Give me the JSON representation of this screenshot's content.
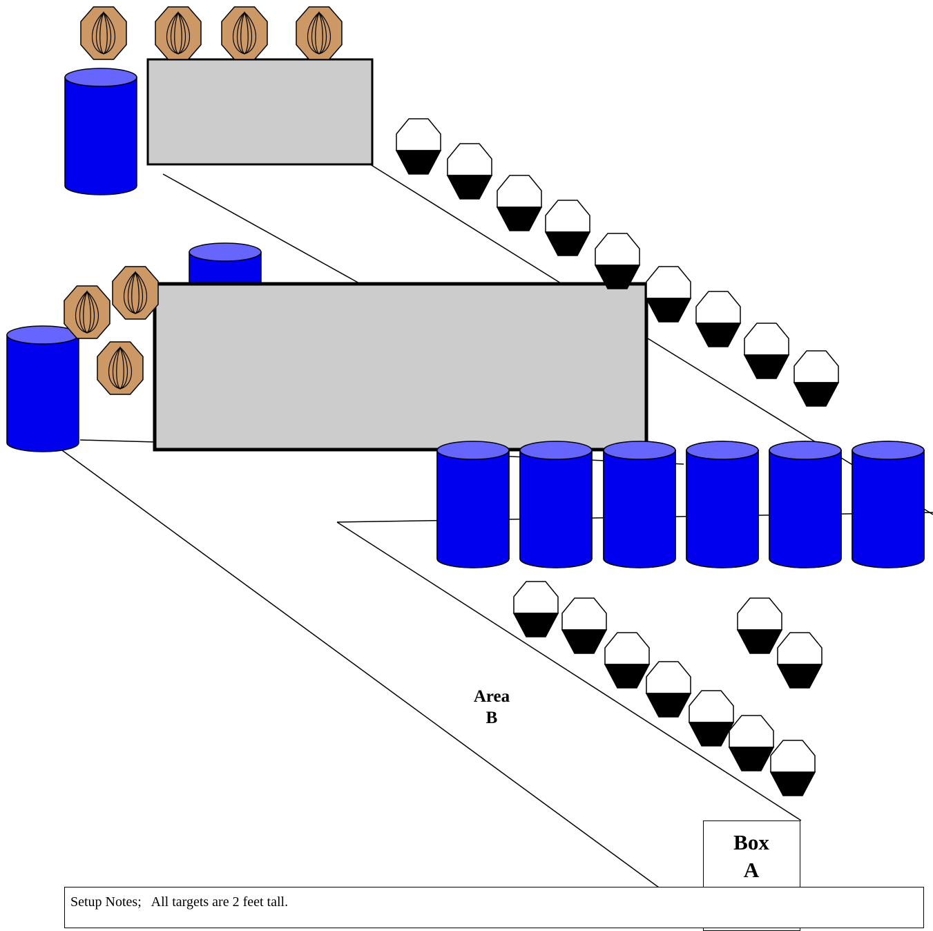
{
  "colors": {
    "barrel_body": "#0000ee",
    "barrel_top": "#6666ff",
    "wall_fill": "#cccccc",
    "paper_target_fill": "#cc9966",
    "steel_target_top": "#ffffff",
    "steel_target_bottom": "#000000",
    "line": "#000000"
  },
  "labels": {
    "area": "Area\nB",
    "box": "Box\nA"
  },
  "notes": {
    "text": "Setup Notes;   All targets are 2 feet tall."
  }
}
